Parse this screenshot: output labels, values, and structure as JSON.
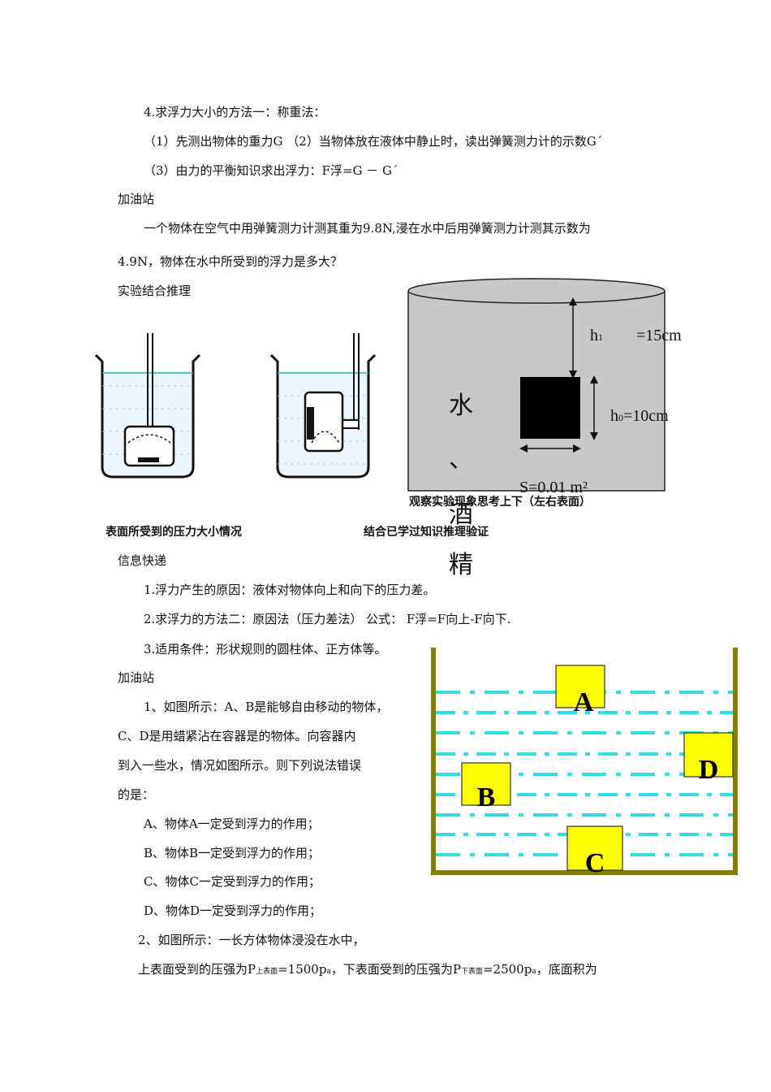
{
  "method1": {
    "title": "4.求浮力大小的方法一：称重法：",
    "step12": "（1）先测出物体的重力G （2）当物体放在液体中静止时，读出弹簧测力计的示数G´",
    "step3": "（3）由力的平衡知识求出浮力：F浮=G － G´"
  },
  "station1": {
    "heading": "加油站",
    "line1": "一个物体在空气中用弹簧测力计测其重为9.8N,浸在水中后用弹簧测力计测其示数为",
    "line2": "4.9N，物体在水中所受到的浮力是多大？"
  },
  "experiment": {
    "heading": "实验结合推理",
    "caption_left": "表面所受到的压力大小情况",
    "caption_mid": "结合已学过知识推理验证",
    "caption_right": "观察实验现象思考上下（左右表面）"
  },
  "cylinder": {
    "h1_label": "h",
    "h1_sub": "1",
    "h1_value": "=15cm",
    "h0_label": "h",
    "h0_sub": "0",
    "h0_value": "=10cm",
    "area_label": "S=0.01 m²",
    "liquid_chars": [
      "水",
      "、",
      "酒",
      "精"
    ]
  },
  "info": {
    "heading": "信息快递",
    "item1": "1.浮力产生的原因：液体对物体向上和向下的压力差。",
    "item2": "2.求浮力的方法二：原因法（压力差法） 公式： F浮=F向上-F向下.",
    "item3": "3.适用条件：形状规则的圆柱体、正方体等。"
  },
  "station2": {
    "heading": "加油站",
    "q1_line1": "1、如图所示：A、B是能够自由移动的物体，",
    "q1_line2": "C、D是用蜡紧沾在容器是的物体。向容器内",
    "q1_line3": "到入一些水，情况如图所示。则下列说法错误",
    "q1_line4": "的是：",
    "optA": "A、物体A一定受到浮力的作用；",
    "optB": "B、物体B一定受到浮力的作用；",
    "optC": "C、物体C一定受到浮力的作用；",
    "optD": "D、物体D一定受到浮力的作用；",
    "q2_line1": "2、如图所示：一长方体物体浸没在水中，",
    "q2_p1": "上表面受到的压强为P",
    "q2_sub1": "上表面",
    "q2_p2": "=1500p",
    "q2_sub2": "a",
    "q2_p3": "，下表面受到的压强为P",
    "q2_sub3": "下表面",
    "q2_p4": "=2500p",
    "q2_sub4": "a",
    "q2_p5": "，底面积为"
  },
  "tank": {
    "labels": [
      "A",
      "B",
      "C",
      "D"
    ],
    "box_color": "#ffff00",
    "wall_color": "#808000",
    "water_color": "#33dde6"
  }
}
